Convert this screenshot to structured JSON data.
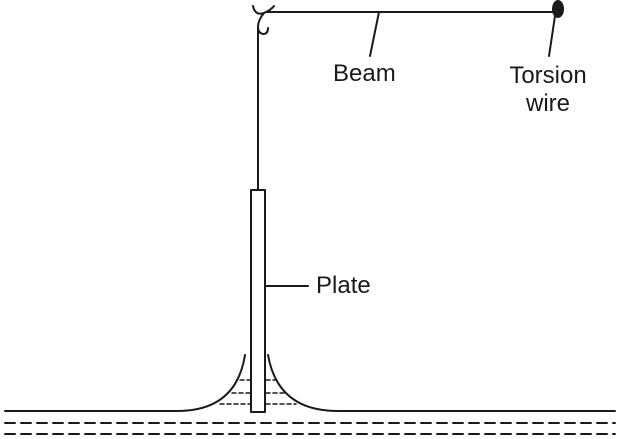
{
  "labels": {
    "beam": "Beam",
    "torsion_wire_line1": "Torsion",
    "torsion_wire_line2": "wire",
    "plate": "Plate"
  },
  "colors": {
    "stroke": "#1a1a1a",
    "background": "#ffffff"
  }
}
